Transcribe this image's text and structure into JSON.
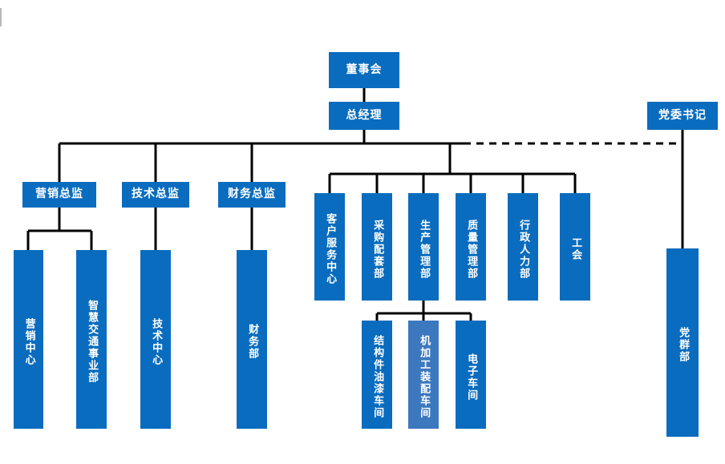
{
  "chart_data": {
    "type": "diagram",
    "title": "",
    "diagram_kind": "organizational-chart",
    "orientation": "top-down",
    "palette": {
      "node_fill": "#0a6cbe",
      "node_fill_muted": "#3c78be",
      "node_text": "#ffffff",
      "connector": "#000000",
      "background": "#ffffff"
    },
    "nodes": [
      {
        "id": "board",
        "label": "董事会",
        "level": 0,
        "orient": "horizontal"
      },
      {
        "id": "gm",
        "label": "总经理",
        "level": 1,
        "orient": "horizontal"
      },
      {
        "id": "party_sec",
        "label": "党委书记",
        "level": 1,
        "orient": "horizontal"
      },
      {
        "id": "cmo",
        "label": "营销总监",
        "level": 2,
        "orient": "horizontal"
      },
      {
        "id": "cto",
        "label": "技术总监",
        "level": 2,
        "orient": "horizontal"
      },
      {
        "id": "cfo",
        "label": "财务总监",
        "level": 2,
        "orient": "horizontal"
      },
      {
        "id": "mkt_ctr",
        "label": "营销中心",
        "level": 3,
        "orient": "vertical"
      },
      {
        "id": "smart_tr",
        "label": "智慧交通事业部",
        "level": 3,
        "orient": "vertical"
      },
      {
        "id": "tech_ctr",
        "label": "技术中心",
        "level": 3,
        "orient": "vertical"
      },
      {
        "id": "fin_dept",
        "label": "财务部",
        "level": 3,
        "orient": "vertical"
      },
      {
        "id": "cs_ctr",
        "label": "客户服务中心",
        "level": 2,
        "orient": "vertical"
      },
      {
        "id": "purchase",
        "label": "采购配套部",
        "level": 2,
        "orient": "vertical"
      },
      {
        "id": "prod_mgmt",
        "label": "生产管理部",
        "level": 2,
        "orient": "vertical"
      },
      {
        "id": "quality",
        "label": "质量管理部",
        "level": 2,
        "orient": "vertical"
      },
      {
        "id": "admin_hr",
        "label": "行政人力部",
        "level": 2,
        "orient": "vertical"
      },
      {
        "id": "union",
        "label": "工会",
        "level": 2,
        "orient": "vertical"
      },
      {
        "id": "struct_ws",
        "label": "结构件油漆车间",
        "level": 3,
        "orient": "vertical"
      },
      {
        "id": "machine_ws",
        "label": "机加工装配车间",
        "level": 3,
        "orient": "vertical",
        "state": "muted"
      },
      {
        "id": "elec_ws",
        "label": "电子车间",
        "level": 3,
        "orient": "vertical"
      },
      {
        "id": "party_grp",
        "label": "党群部",
        "level": 2,
        "orient": "vertical"
      }
    ],
    "edges": [
      {
        "from": "board",
        "to": "gm",
        "style": "solid"
      },
      {
        "from": "gm",
        "to": "cmo",
        "style": "solid"
      },
      {
        "from": "gm",
        "to": "cto",
        "style": "solid"
      },
      {
        "from": "gm",
        "to": "cfo",
        "style": "solid"
      },
      {
        "from": "gm",
        "to": "cs_ctr",
        "style": "solid"
      },
      {
        "from": "gm",
        "to": "purchase",
        "style": "solid"
      },
      {
        "from": "gm",
        "to": "prod_mgmt",
        "style": "solid"
      },
      {
        "from": "gm",
        "to": "quality",
        "style": "solid"
      },
      {
        "from": "gm",
        "to": "admin_hr",
        "style": "solid"
      },
      {
        "from": "gm",
        "to": "union",
        "style": "solid"
      },
      {
        "from": "gm",
        "to": "party_sec",
        "style": "dashed"
      },
      {
        "from": "cmo",
        "to": "mkt_ctr",
        "style": "solid"
      },
      {
        "from": "cmo",
        "to": "smart_tr",
        "style": "solid"
      },
      {
        "from": "cto",
        "to": "tech_ctr",
        "style": "solid"
      },
      {
        "from": "cfo",
        "to": "fin_dept",
        "style": "solid"
      },
      {
        "from": "prod_mgmt",
        "to": "struct_ws",
        "style": "solid"
      },
      {
        "from": "prod_mgmt",
        "to": "machine_ws",
        "style": "solid"
      },
      {
        "from": "prod_mgmt",
        "to": "elec_ws",
        "style": "solid"
      },
      {
        "from": "party_sec",
        "to": "party_grp",
        "style": "solid"
      }
    ]
  },
  "nodes": {
    "board": "董事会",
    "gm": "总经理",
    "party_sec": "党委书记",
    "cmo": "营销总监",
    "cto": "技术总监",
    "cfo": "财务总监",
    "mkt_ctr": "营销中心",
    "smart_tr": "智慧交通事业部",
    "tech_ctr": "技术中心",
    "fin_dept": "财务部",
    "cs_ctr": "客户服务中心",
    "purchase": "采购配套部",
    "prod_mgmt": "生产管理部",
    "quality": "质量管理部",
    "admin_hr": "行政人力部",
    "union": "工会",
    "struct_ws": "结构件油漆车间",
    "machine_ws": "机加工装配车间",
    "elec_ws": "电子车间",
    "party_grp": "党群部"
  }
}
